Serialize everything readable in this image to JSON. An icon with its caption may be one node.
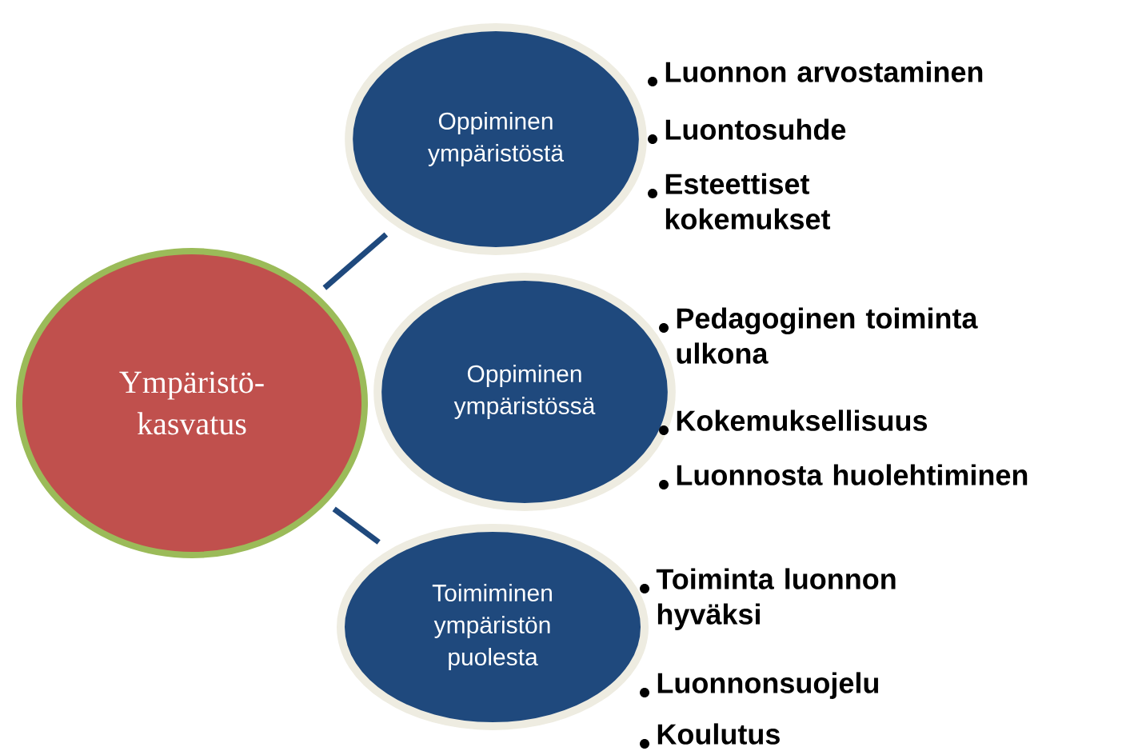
{
  "diagram": {
    "nodes": [
      {
        "text": [
          "Ympäristö- kasvatus"
        ]
      },
      {
        "text": [
          "Oppiminen ympäristöstä"
        ],
        "beside": [
          "Luonnon arvostaminen",
          "Luontosuhde",
          "Esteettiset kokemukset"
        ]
      },
      {
        "text": [
          "Oppiminen ympäristössä"
        ],
        "beside": [
          "Pedagoginen toiminta ulkona",
          "Kokemuksellisuus",
          "Luonnosta huolehtiminen"
        ]
      },
      {
        "text": [
          "Toimiminen ympäristön puolesta"
        ],
        "beside": [
          "Toiminta luonnon hyväksi",
          "Luonnonsuojelu",
          "Koulutus"
        ]
      }
    ],
    "edges": [
      {
        "from": 0,
        "to": 1,
        "arrow": "none"
      },
      {
        "from": 0,
        "to": 3,
        "arrow": "none"
      }
    ]
  }
}
